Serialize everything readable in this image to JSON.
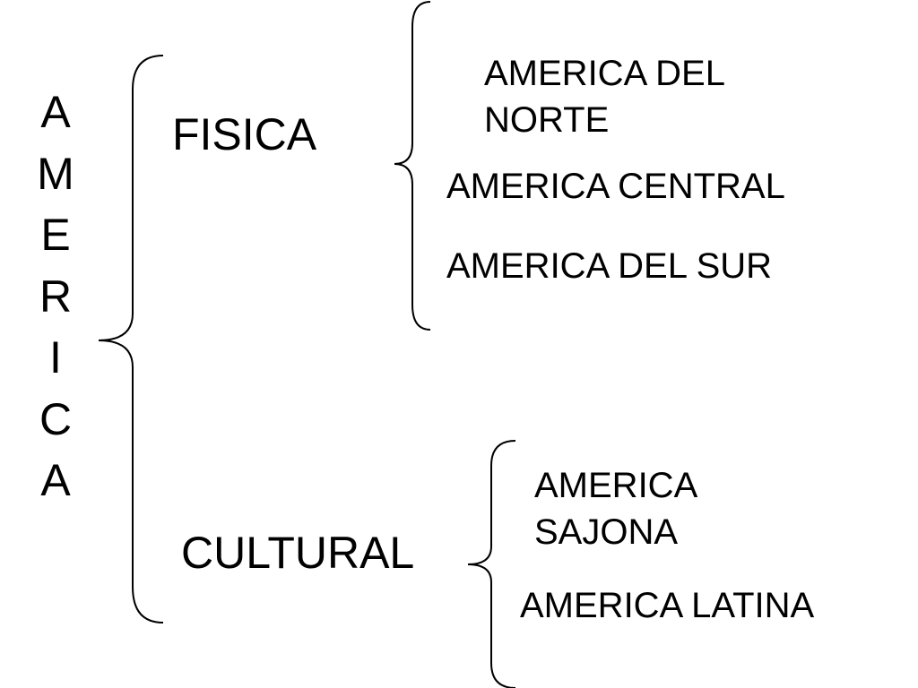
{
  "root": {
    "title": "AMERICA",
    "letters": [
      "A",
      "M",
      "E",
      "R",
      "I",
      "C",
      "A"
    ]
  },
  "categories": [
    {
      "label": "FISICA",
      "items": [
        {
          "label": "AMERICA DEL NORTE",
          "lines": [
            "AMERICA DEL",
            "NORTE"
          ]
        },
        {
          "label": "AMERICA CENTRAL"
        },
        {
          "label": "AMERICA DEL SUR"
        }
      ]
    },
    {
      "label": "CULTURAL",
      "items": [
        {
          "label": "AMERICA SAJONA",
          "lines": [
            "AMERICA",
            "SAJONA"
          ]
        },
        {
          "label": "AMERICA LATINA"
        }
      ]
    }
  ]
}
